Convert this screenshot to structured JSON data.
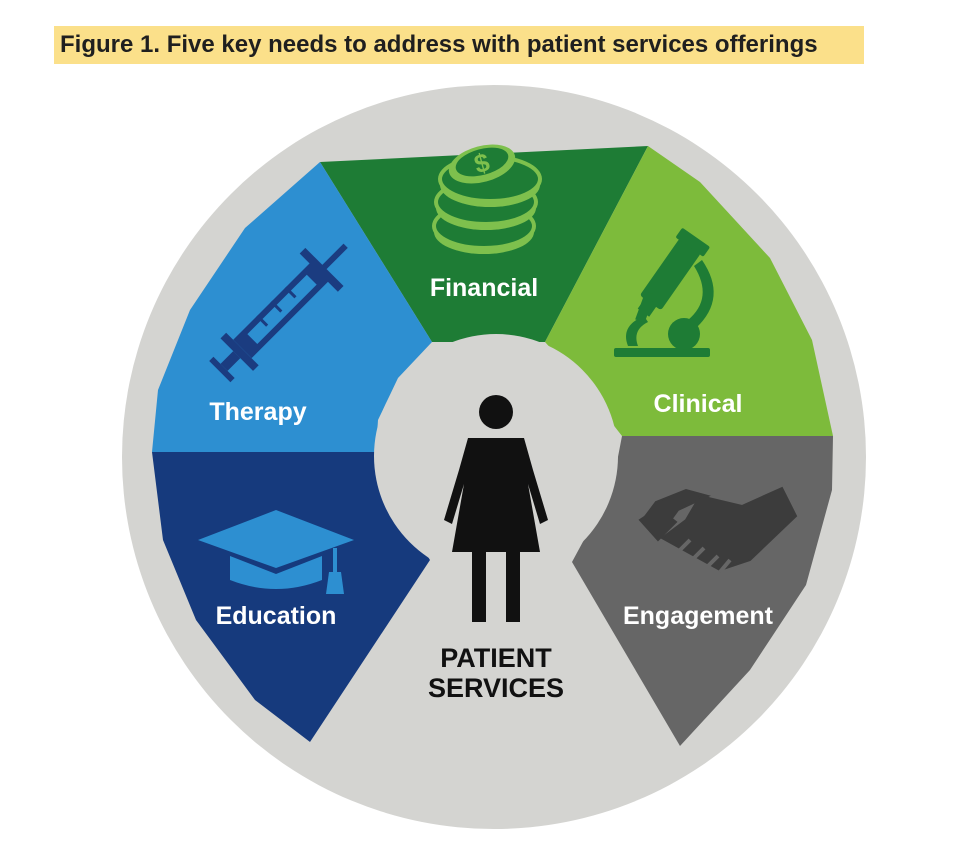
{
  "figure": {
    "title": "Figure 1. Five key needs to address with patient services offerings"
  },
  "center": {
    "line1": "PATIENT",
    "line2": "SERVICES",
    "icon": "woman-icon"
  },
  "segments": [
    {
      "key": "financial",
      "label": "Financial",
      "icon": "coin-stack-icon",
      "color": "#1e7c35"
    },
    {
      "key": "clinical",
      "label": "Clinical",
      "icon": "microscope-icon",
      "color": "#7dbb3b"
    },
    {
      "key": "engagement",
      "label": "Engagement",
      "icon": "handshake-icon",
      "color": "#666666"
    },
    {
      "key": "education",
      "label": "Education",
      "icon": "graduation-cap-icon",
      "color": "#163a7d"
    },
    {
      "key": "therapy",
      "label": "Therapy",
      "icon": "syringe-icon",
      "color": "#2d8fd1"
    }
  ],
  "colors": {
    "outer_ring": "#d4d4d1",
    "center_bg": "#d4d4d1",
    "title_highlight": "#fbe08a",
    "icon_dark_green": "#1e7c35",
    "icon_dark_blue": "#1b3c80"
  }
}
